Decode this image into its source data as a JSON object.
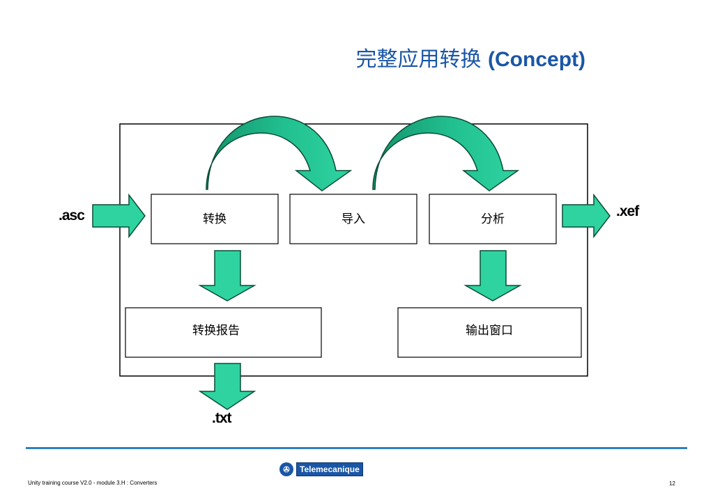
{
  "title": {
    "zh": "完整应用转换",
    "en": "(Concept)"
  },
  "diagram": {
    "boxes": {
      "convert": "转换",
      "import": "导入",
      "analyze": "分析",
      "report": "转换报告",
      "output": "输出窗口"
    },
    "extensions": {
      "input": ".asc",
      "output": ".xef",
      "report": ".txt"
    },
    "colors": {
      "arrow_fill": "#2ed3a0",
      "arrow_dark": "#12936a",
      "arrow_stroke": "#0a4d36",
      "box_stroke": "#000000"
    }
  },
  "footer": {
    "course": "Unity training course V2.0 - module 3.H : Converters",
    "page": "12",
    "logo_text": "Telemecanique"
  }
}
